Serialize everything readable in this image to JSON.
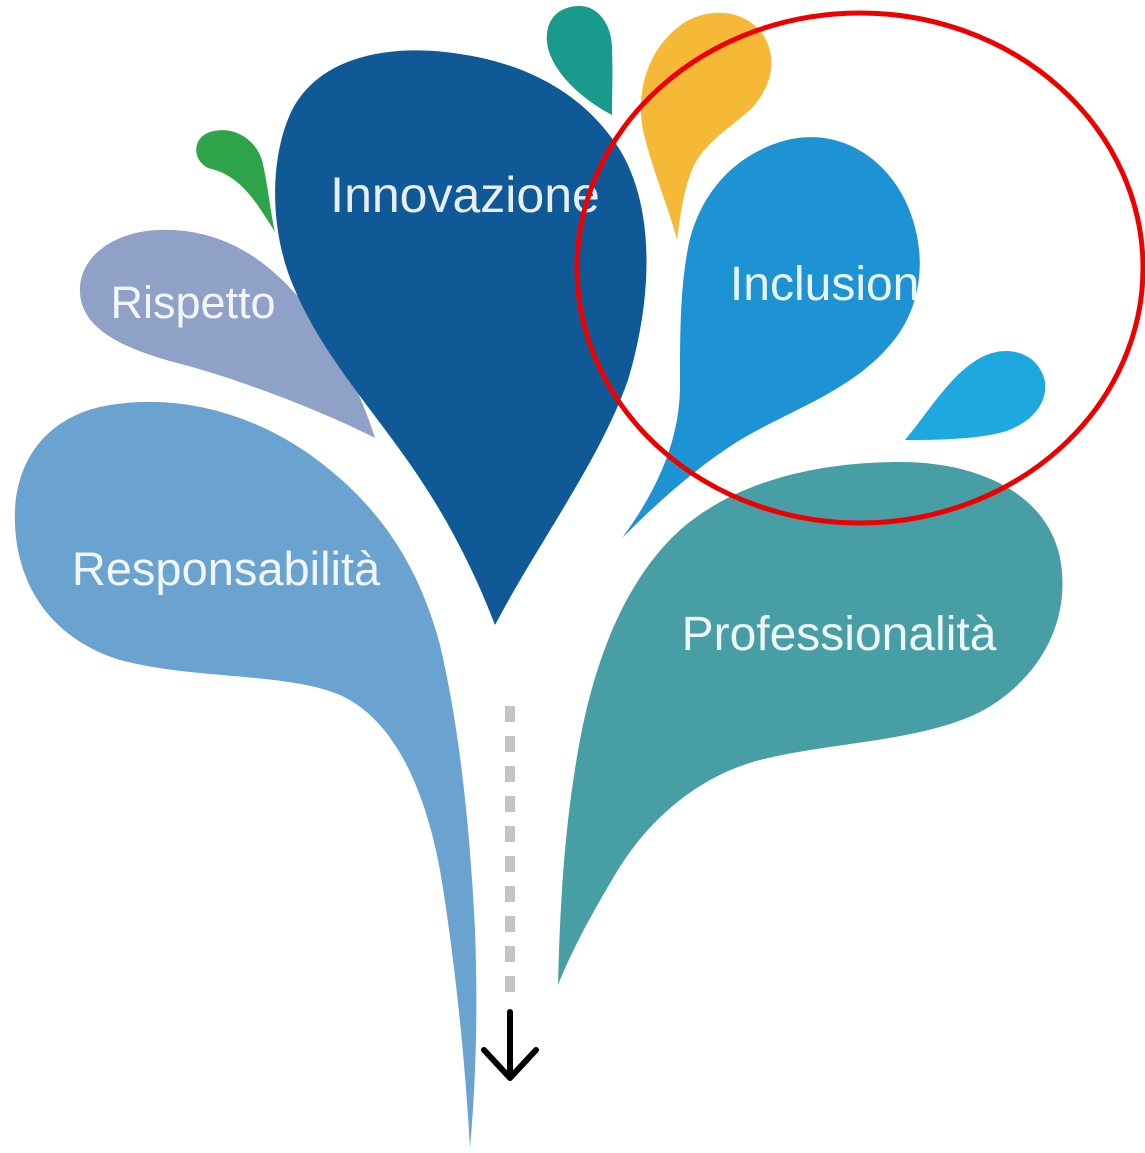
{
  "petals": {
    "innovazione": {
      "label": "Innovazione",
      "color": "#0f5a96"
    },
    "rispetto": {
      "label": "Rispetto",
      "color": "#8fa1c6"
    },
    "responsabilita": {
      "label": "Responsabilità",
      "color": "#6aa3cf"
    },
    "inclusione": {
      "label": "Inclusione",
      "color": "#1d93d3"
    },
    "professionalita": {
      "label": "Professionalità",
      "color": "#479ea4"
    }
  },
  "droplets": {
    "green": "#2ea44a",
    "teal": "#1a9a8c",
    "yellow": "#f5b937",
    "light_blue": "#1da8e0"
  },
  "highlight": {
    "target": "Inclusione",
    "color": "#ee0000"
  },
  "flow_arrow": {
    "direction": "down",
    "icon": "arrow-down-icon"
  }
}
